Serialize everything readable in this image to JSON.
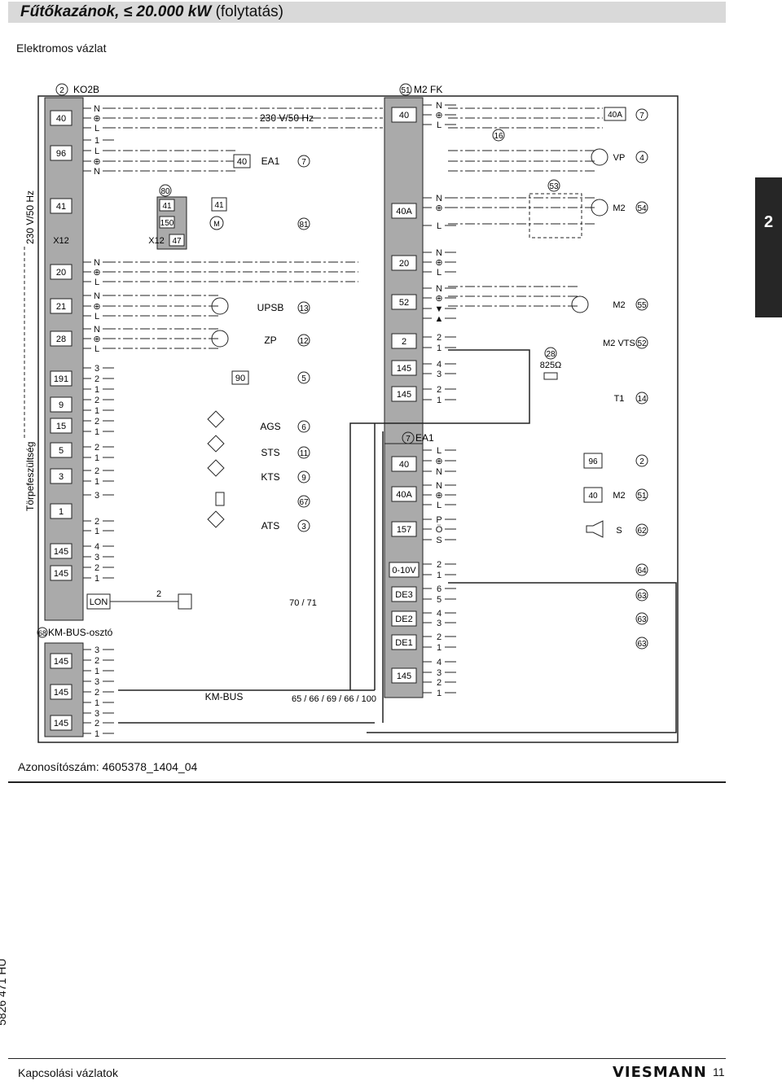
{
  "header": {
    "title_bold": "Fűtőkazánok, ≤ 20.000 kW",
    "title_rest": "(folytatás)"
  },
  "subtitle": "Elektromos vázlat",
  "side_tab": "2",
  "identifier": "Azonosítószám: 4605378_1404_04",
  "vertical_code": "5826 471 HU",
  "footer": {
    "section": "Kapcsolási vázlatok",
    "brand": "VIESMANN",
    "page": "11"
  },
  "diagram": {
    "left_block": {
      "ref": "2",
      "name": "KO2B",
      "modules": [
        "40",
        "96",
        "41",
        "X12",
        "20",
        "21",
        "28",
        "191",
        "9",
        "15",
        "5",
        "3",
        "1",
        "145",
        "145"
      ],
      "side_label_top": "230 V/50 Hz",
      "side_label_bottom": "Törpefeszültség",
      "lon": "LON"
    },
    "km_bus": {
      "ref": "68",
      "name": "KM-BUS-osztó",
      "modules": [
        "145",
        "145",
        "145"
      ],
      "label": "KM-BUS"
    },
    "center": {
      "supply": "230 V/50 Hz",
      "ea1_box": "40",
      "ea1_label": "EA1",
      "ea1_ref": "7",
      "ref80": "80",
      "m80_boxes": [
        "41",
        "150",
        "47"
      ],
      "x12": "X12",
      "m41_box": "41",
      "ref81": "81",
      "box90": "90",
      "labels": [
        {
          "text": "UPSB",
          "ref": "13"
        },
        {
          "text": "ZP",
          "ref": "12"
        },
        {
          "text": "",
          "ref": "5"
        },
        {
          "text": "AGS",
          "ref": "6"
        },
        {
          "text": "STS",
          "ref": "11"
        },
        {
          "text": "KTS",
          "ref": "9"
        },
        {
          "text": "",
          "ref": "67"
        },
        {
          "text": "ATS",
          "ref": "3"
        }
      ],
      "bottom_refs": [
        "70",
        "71"
      ],
      "bus_refs": [
        "65",
        "66",
        "69",
        "66",
        "100"
      ]
    },
    "right_block": {
      "ref": "51",
      "name": "M2 FK",
      "modules": [
        "40",
        "40A",
        "20",
        "52",
        "2",
        "145",
        "145"
      ],
      "ea1_ref": "7",
      "ea1_name": "EA1",
      "ea1_modules": [
        "40",
        "40A",
        "157",
        "0-10V",
        "DE3",
        "DE2",
        "DE1",
        "145"
      ]
    },
    "far_right": {
      "box40a": "40A",
      "ref16": "16",
      "ref53": "53",
      "ref28": "28",
      "resistor": "825Ω",
      "consumers": [
        {
          "label": "",
          "ref": "7"
        },
        {
          "label": "VP",
          "ref": "4"
        },
        {
          "label": "M2",
          "ref": "54"
        },
        {
          "label": "M2",
          "ref": "55"
        },
        {
          "label": "M2 VTS",
          "ref": "52"
        },
        {
          "label": "T1",
          "ref": "14"
        },
        {
          "label": "",
          "ref": "2",
          "box": "96"
        },
        {
          "label": "M2",
          "ref": "51",
          "box": "40"
        },
        {
          "label": "S",
          "ref": "62"
        },
        {
          "label": "",
          "ref": "64"
        },
        {
          "label": "",
          "ref": "63"
        },
        {
          "label": "",
          "ref": "63"
        },
        {
          "label": "",
          "ref": "63"
        }
      ]
    }
  }
}
